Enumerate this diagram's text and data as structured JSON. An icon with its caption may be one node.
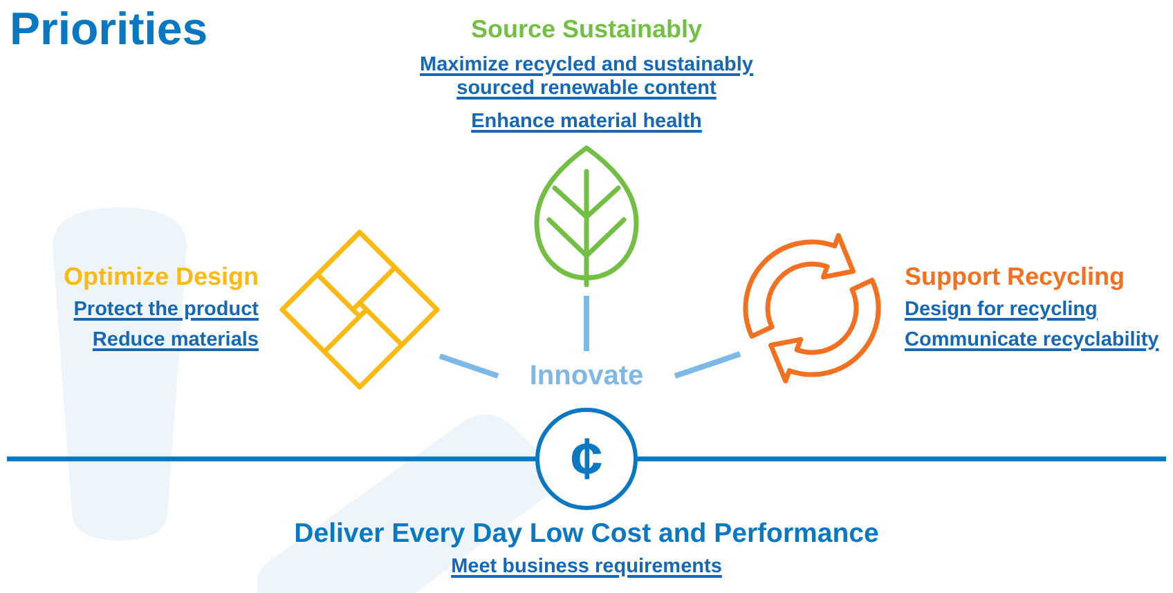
{
  "diagram": {
    "title": "Priorities",
    "nodes": [
      {
        "text": [],
        "shape": "picture",
        "beside": [
          "Source Sustainably",
          "Maximize recycled and sustainably sourced renewable content",
          "Enhance material health"
        ]
      },
      {
        "text": [],
        "shape": "picture",
        "beside": [
          "Optimize Design",
          "Protect the product",
          "Reduce materials"
        ]
      },
      {
        "text": [
          "Innovate"
        ]
      },
      {
        "text": [],
        "shape": "picture",
        "beside": [
          "Support Recycling",
          "Design for recycling",
          "Communicate recyclability"
        ]
      },
      {
        "text": [
          "¢"
        ],
        "beside": [
          "Deliver Every Day Low Cost and Performance",
          "Meet business requirements"
        ]
      }
    ],
    "edges": [
      {
        "from": 2,
        "to": 1,
        "arrow": "none"
      },
      {
        "from": 2,
        "to": 0,
        "arrow": "none"
      },
      {
        "from": 2,
        "to": 3,
        "arrow": "none"
      }
    ]
  }
}
